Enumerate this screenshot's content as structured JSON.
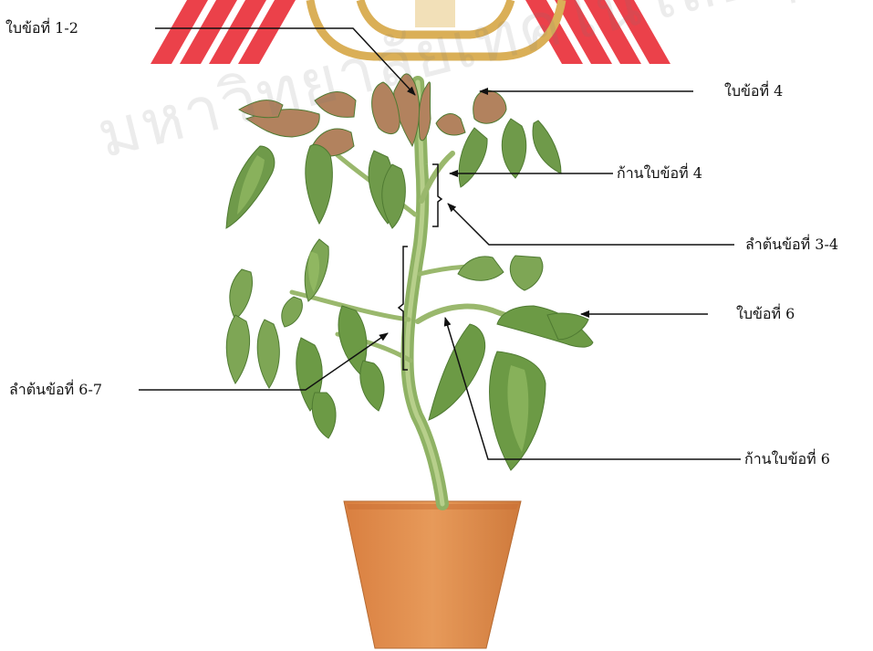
{
  "watermark": {
    "text": "มหาวิทยาลัยเทคโนโลยีสุรนารี",
    "colors": {
      "red": "#e8212b",
      "gold": "#d4a23a"
    }
  },
  "labels": {
    "leaf_node_1_2": "ใบข้อที่ 1-2",
    "leaf_node_4": "ใบข้อที่ 4",
    "petiole_node_4": "ก้านใบข้อที่ 4",
    "stem_node_3_4": "ลำต้นข้อที่ 3-4",
    "leaf_node_6": "ใบข้อที่ 6",
    "stem_node_6_7": "ลำต้นข้อที่ 6-7",
    "petiole_node_6": "ก้านใบข้อที่ 6"
  },
  "colors": {
    "leaf_young": "#b2825e",
    "leaf_green": "#6f9a4a",
    "leaf_light": "#8db45e",
    "stem": "#9ab86d",
    "pot": "#e0894a",
    "pot_dark": "#c9743a",
    "line": "#111111"
  }
}
